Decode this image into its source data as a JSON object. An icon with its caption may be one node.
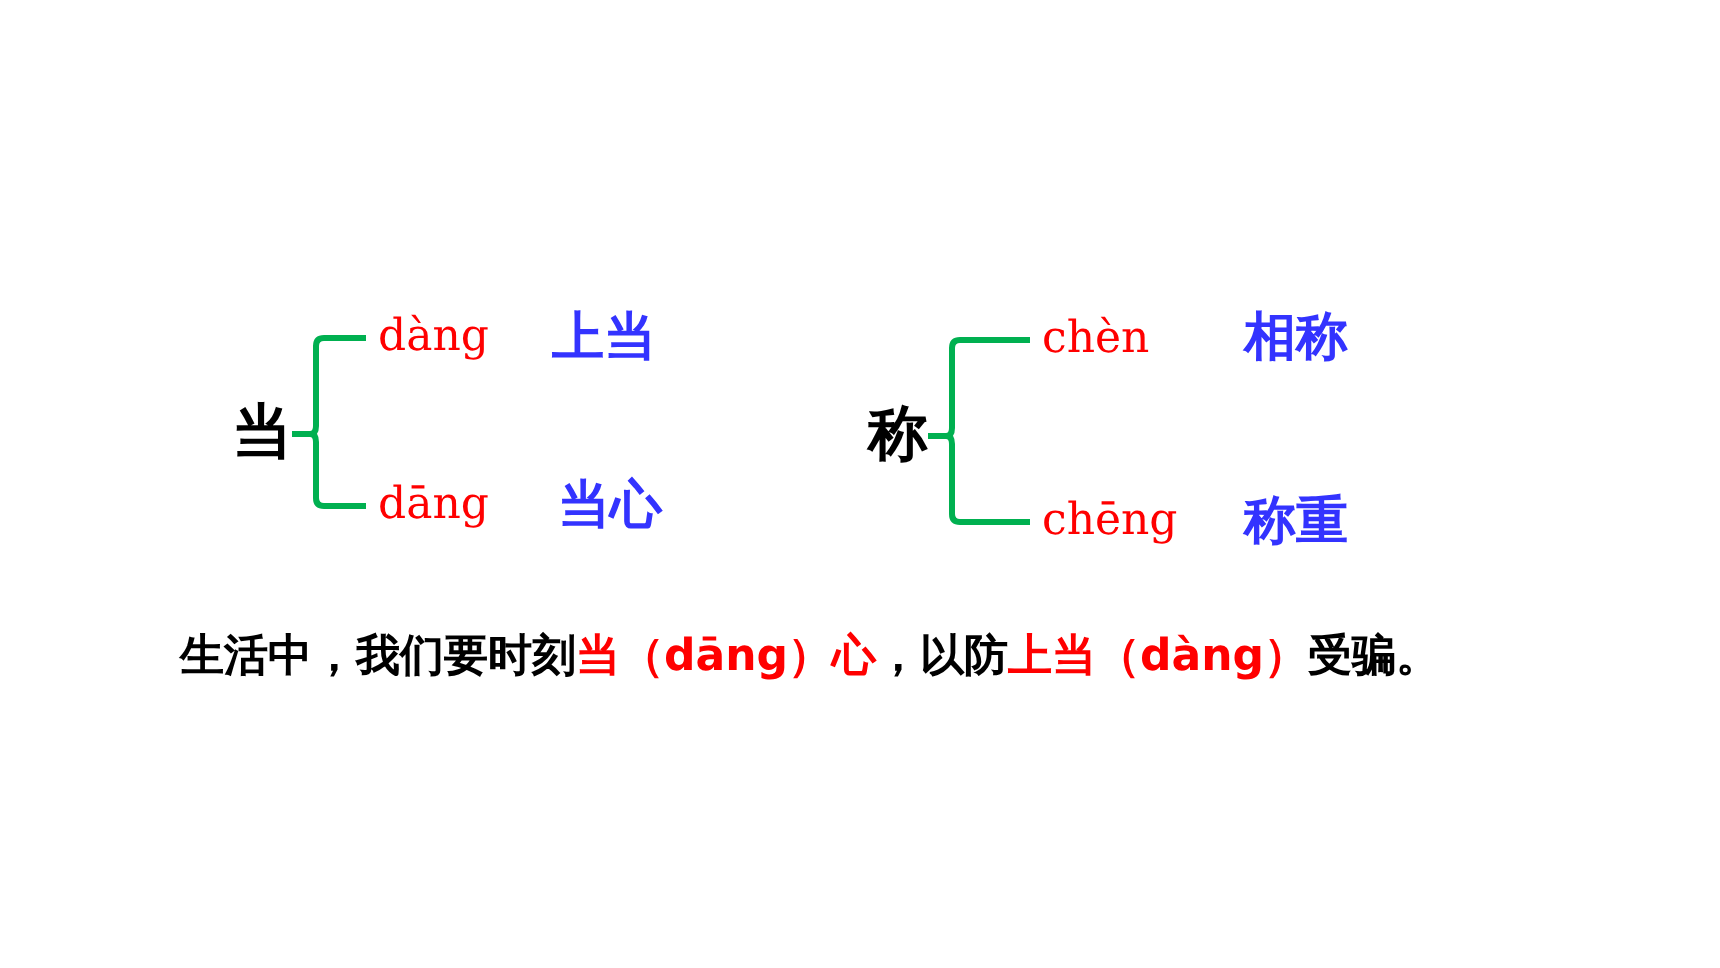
{
  "diagram": {
    "nodes": [
      {
        "text": [
          "当"
        ]
      },
      {
        "text": [
          "dàng"
        ]
      },
      {
        "text": [
          "dāng"
        ]
      },
      {
        "text": [
          "称"
        ]
      },
      {
        "text": [
          "chèn"
        ]
      },
      {
        "text": [
          "chēng"
        ]
      }
    ],
    "edges": [
      {
        "from": 0,
        "to": 1,
        "arrow": "none"
      },
      {
        "from": 0,
        "to": 2,
        "arrow": "none"
      },
      {
        "from": 3,
        "to": 4,
        "arrow": "none"
      },
      {
        "from": 3,
        "to": 5,
        "arrow": "none"
      }
    ],
    "labels": [
      "上当",
      "当心",
      "相称",
      "称重",
      "生活中，我们要时刻",
      "当（dāng）心",
      "，以防",
      "上当（dàng）",
      "受骗。"
    ]
  }
}
